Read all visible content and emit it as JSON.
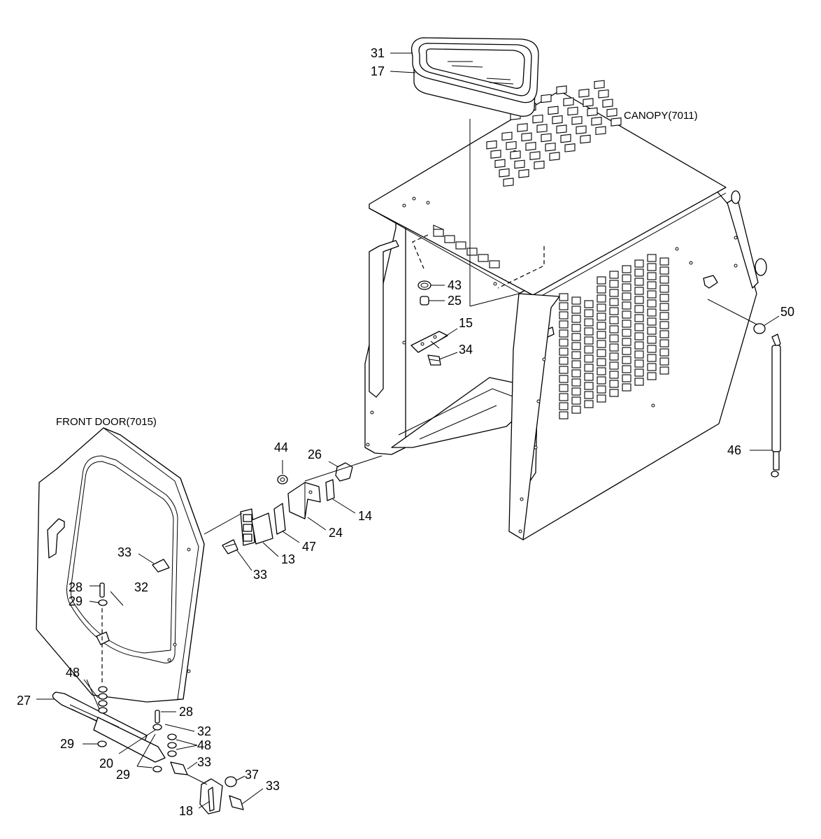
{
  "titles": {
    "canopy": "CANOPY(7011)",
    "front_door": "FRONT DOOR(7015)"
  },
  "callouts": [
    {
      "id": "c31",
      "text": "31"
    },
    {
      "id": "c17",
      "text": "17"
    },
    {
      "id": "c43",
      "text": "43"
    },
    {
      "id": "c25",
      "text": "25"
    },
    {
      "id": "c15",
      "text": "15"
    },
    {
      "id": "c34",
      "text": "34"
    },
    {
      "id": "c50",
      "text": "50"
    },
    {
      "id": "c46",
      "text": "46"
    },
    {
      "id": "c44",
      "text": "44"
    },
    {
      "id": "c26",
      "text": "26"
    },
    {
      "id": "c14",
      "text": "14"
    },
    {
      "id": "c24",
      "text": "24"
    },
    {
      "id": "c47",
      "text": "47"
    },
    {
      "id": "c13a",
      "text": "13"
    },
    {
      "id": "c33a",
      "text": "33"
    },
    {
      "id": "c33b",
      "text": "33"
    },
    {
      "id": "c28a",
      "text": "28"
    },
    {
      "id": "c32a",
      "text": "32"
    },
    {
      "id": "c29a",
      "text": "29"
    },
    {
      "id": "c48a",
      "text": "48"
    },
    {
      "id": "c27",
      "text": "27"
    },
    {
      "id": "c28b",
      "text": "28"
    },
    {
      "id": "c32b",
      "text": "32"
    },
    {
      "id": "c48b",
      "text": "48"
    },
    {
      "id": "c33c",
      "text": "33"
    },
    {
      "id": "c29b",
      "text": "29"
    },
    {
      "id": "c20",
      "text": "20"
    },
    {
      "id": "c29c",
      "text": "29"
    },
    {
      "id": "c37",
      "text": "37"
    },
    {
      "id": "c33d",
      "text": "33"
    },
    {
      "id": "c18",
      "text": "18"
    }
  ]
}
